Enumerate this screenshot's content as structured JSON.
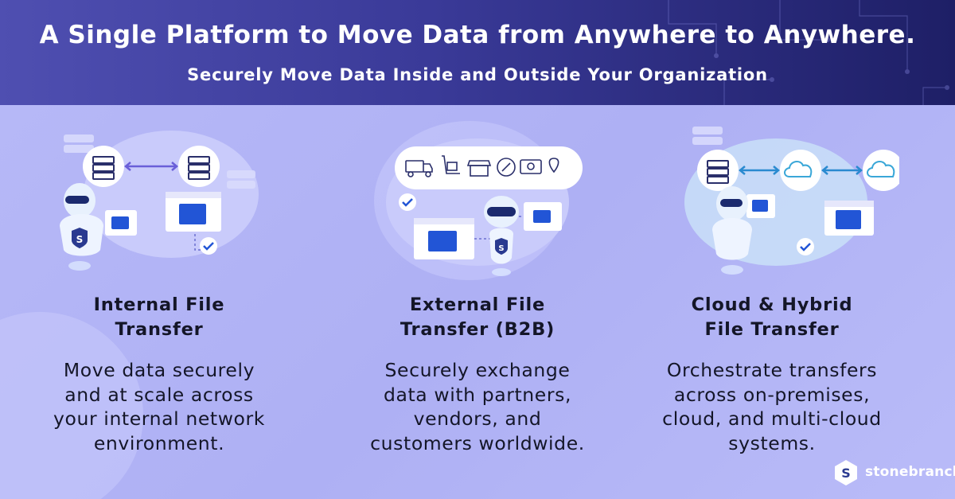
{
  "header": {
    "title": "A Single Platform to Move Data from Anywhere to Anywhere.",
    "subtitle": "Securely Move Data Inside and Outside Your Organization"
  },
  "columns": [
    {
      "title_lines": [
        "Internal File",
        "Transfer"
      ],
      "description_lines": [
        "Move data securely",
        "and at scale across",
        "your internal network",
        "environment."
      ],
      "illustration": "robot-server-to-server-icon"
    },
    {
      "title_lines": [
        "External File",
        "Transfer (B2B)"
      ],
      "description_lines": [
        "Securely exchange",
        "data with partners,",
        "vendors, and",
        "customers worldwide."
      ],
      "illustration": "robot-partners-icon"
    },
    {
      "title_lines": [
        "Cloud & Hybrid",
        "File Transfer"
      ],
      "description_lines": [
        "Orchestrate transfers",
        "across on-premises,",
        "cloud, and multi-cloud",
        "systems."
      ],
      "illustration": "robot-cloud-icon"
    }
  ],
  "brand": {
    "logo_letter": "S",
    "name": "stonebranch"
  },
  "colors": {
    "header_start": "#4f4fb1",
    "header_end": "#1e1f66",
    "background": "#b3b5f6",
    "accent_blue": "#2255d6",
    "text_dark": "#141628"
  }
}
